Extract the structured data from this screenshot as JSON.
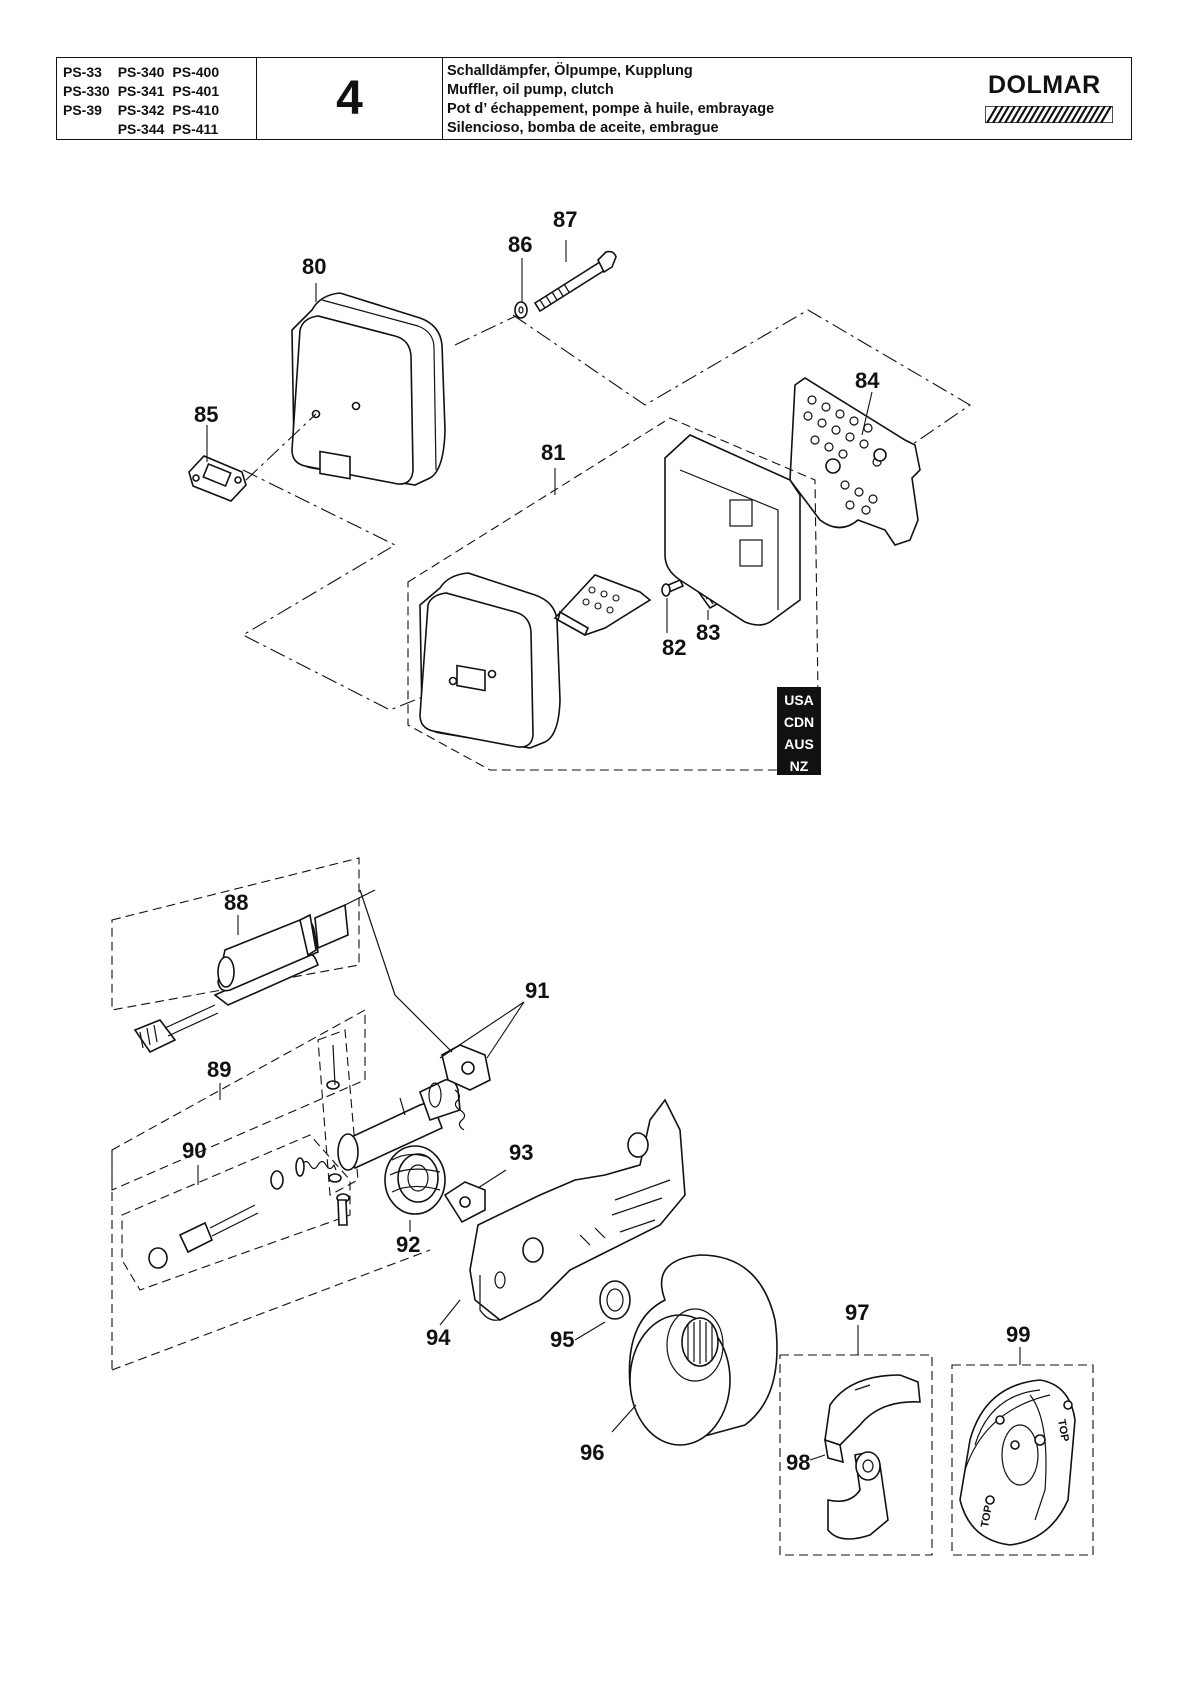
{
  "header": {
    "models": [
      [
        "PS-33",
        "PS-340",
        "PS-400"
      ],
      [
        "PS-330",
        "PS-341",
        "PS-401"
      ],
      [
        "PS-39",
        "PS-342",
        "PS-410"
      ],
      [
        "",
        "PS-344",
        "PS-411"
      ]
    ],
    "section_number": "4",
    "titles": {
      "de": "Schalldämpfer, Ölpumpe, Kupplung",
      "en": "Muffler, oil pump, clutch",
      "fr": "Pot d’ échappement, pompe à huile, embrayage",
      "es": "Silencioso, bomba de aceite, embrague"
    },
    "brand": "DOLMAR"
  },
  "callouts": {
    "p80": "80",
    "p81": "81",
    "p82": "82",
    "p83": "83",
    "p84": "84",
    "p85": "85",
    "p86": "86",
    "p87": "87",
    "p88": "88",
    "p89": "89",
    "p90": "90",
    "p91": "91",
    "p92": "92",
    "p93": "93",
    "p94": "94",
    "p95": "95",
    "p96": "96",
    "p97": "97",
    "p98": "98",
    "p99": "99"
  },
  "region_labels": [
    "USA",
    "CDN",
    "AUS",
    "NZ"
  ],
  "part_markings": {
    "top_1": "TOP",
    "top_2": "TOP"
  }
}
